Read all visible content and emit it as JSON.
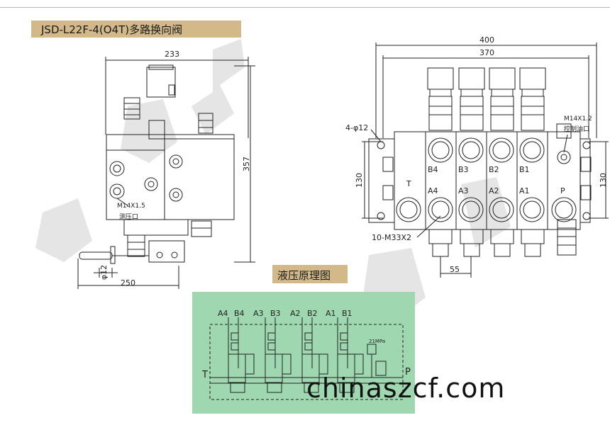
{
  "title": "JSD-L22F-4(O4T)多路换向阀",
  "hydraulic_title": "液压原理图",
  "watermark": "chinaszcf.com",
  "colors": {
    "title_tag": "#d3b98a",
    "schematic_bg": "#9fd8b0",
    "line": "#222222"
  },
  "side_view": {
    "dim_top": "233",
    "dim_height": "357",
    "dim_bottom": "250",
    "dim_handle": "φ12",
    "port_label_1": "M14X1.5",
    "port_label_2": "测压口"
  },
  "front_view": {
    "dim_total": "400",
    "dim_inner": "370",
    "dim_height_left": "130",
    "dim_height_right": "130",
    "dim_pitch": "55",
    "holes": "4-φ12",
    "ports_note": "10-M33X2",
    "control_port_1": "M14X1.2",
    "control_port_2": "控制油口",
    "b_ports": [
      "B4",
      "B3",
      "B2",
      "B1"
    ],
    "a_ports": [
      "A4",
      "A3",
      "A2",
      "A1"
    ],
    "t_port": "T",
    "p_port": "P"
  },
  "schematic": {
    "top_labels": [
      "A4",
      "B4",
      "A3",
      "B3",
      "A2",
      "B2",
      "A1",
      "B1"
    ],
    "t_label": "T",
    "p_label": "P",
    "pressure": "21MPa"
  }
}
